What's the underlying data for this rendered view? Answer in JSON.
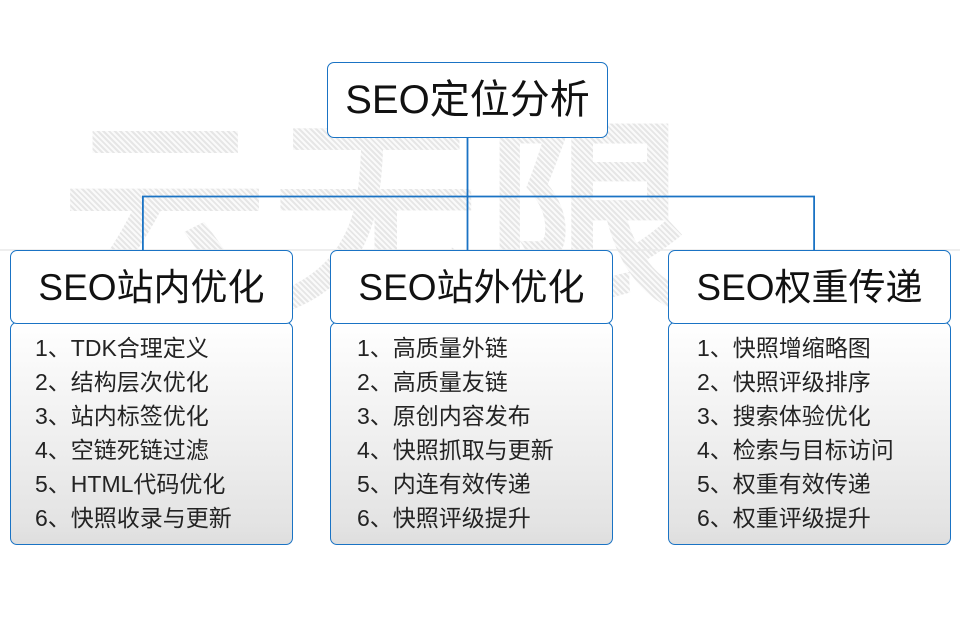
{
  "diagram": {
    "root": {
      "label": "SEO定位分析"
    },
    "branches": [
      {
        "title": "SEO站内优化",
        "items": [
          "1、TDK合理定义",
          "2、结构层次优化",
          "3、站内标签优化",
          "4、空链死链过滤",
          "5、HTML代码优化",
          "6、快照收录与更新"
        ]
      },
      {
        "title": "SEO站外优化",
        "items": [
          "1、高质量外链",
          "2、高质量友链",
          "3、原创内容发布",
          "4、快照抓取与更新",
          "5、内连有效传递",
          "6、快照评级提升"
        ]
      },
      {
        "title": "SEO权重传递",
        "items": [
          "1、快照增缩略图",
          "2、快照评级排序",
          "3、搜索体验优化",
          "4、检索与目标访问",
          "5、权重有效传递",
          "6、权重评级提升"
        ]
      }
    ],
    "watermark": {
      "text": "云无限"
    },
    "colors": {
      "border_blue": "#1a73c4",
      "connector_blue": "#1a73c4",
      "text_dark": "#111111",
      "list_text": "#232323",
      "watermark_gray": "#e9e9e9",
      "background": "#ffffff"
    }
  }
}
